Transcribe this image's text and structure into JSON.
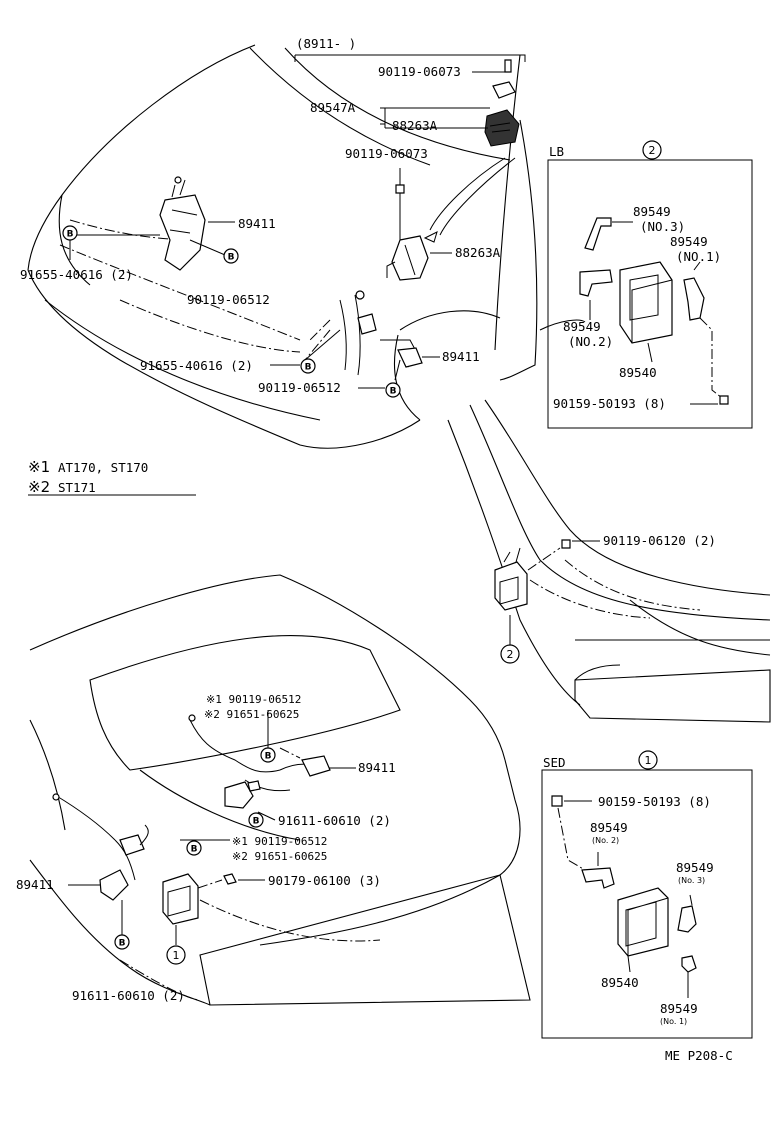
{
  "top_bracket": "(8911-      )",
  "labels": {
    "p_90119_06073_a": "90119-06073",
    "p_89547A": "89547A",
    "p_88263A_a": "88263A",
    "p_90119_06073_b": "90119-06073",
    "p_89411_a": "89411",
    "p_91655_40616_a": "91655-40616 (2)",
    "p_90119_06512_a": "90119-06512",
    "p_88263A_b": "88263A",
    "p_91655_40616_b": "91655-40616 (2)",
    "p_89411_b": "89411",
    "p_90119_06512_b": "90119-06512",
    "p_90119_06120": "90119-06120 (2)",
    "m1_90119_06512": "※1 90119-06512",
    "m2_91651_60625_a": "※2 91651-60625",
    "p_89411_c": "89411",
    "p_91611_60610_a": "91611-60610 (2)",
    "m1_90119_06512_b": "※1 90119-06512",
    "m2_91651_60625_b": "※2 91651-60625",
    "p_89411_d": "89411",
    "p_90179_06100": "90179-06100 (3)",
    "p_91611_60610_b": "91611-60610 (2)"
  },
  "legend": {
    "line1_mark": "※1",
    "line1_text": "AT170, ST170",
    "line2_mark": "※2",
    "line2_text": "ST171"
  },
  "lb_box": {
    "title": "LB",
    "circle": "2",
    "p1": "89549",
    "p1_sub": "(NO.3)",
    "p2": "89549",
    "p2_sub": "(NO.1)",
    "p3": "89549",
    "p3_sub": "(NO.2)",
    "p4": "89540",
    "p5": "90159-50193 (8)"
  },
  "sed_box": {
    "title": "SED",
    "circle": "1",
    "p1": "90159-50193 (8)",
    "p2": "89549",
    "p2_sub": "(No. 2)",
    "p3": "89549",
    "p3_sub": "(No. 3)",
    "p4": "89540",
    "p5": "89549",
    "p5_sub": "(No. 1)"
  },
  "callouts": {
    "B": "B",
    "one": "1",
    "two": "2"
  },
  "footer": "ME P208-C"
}
